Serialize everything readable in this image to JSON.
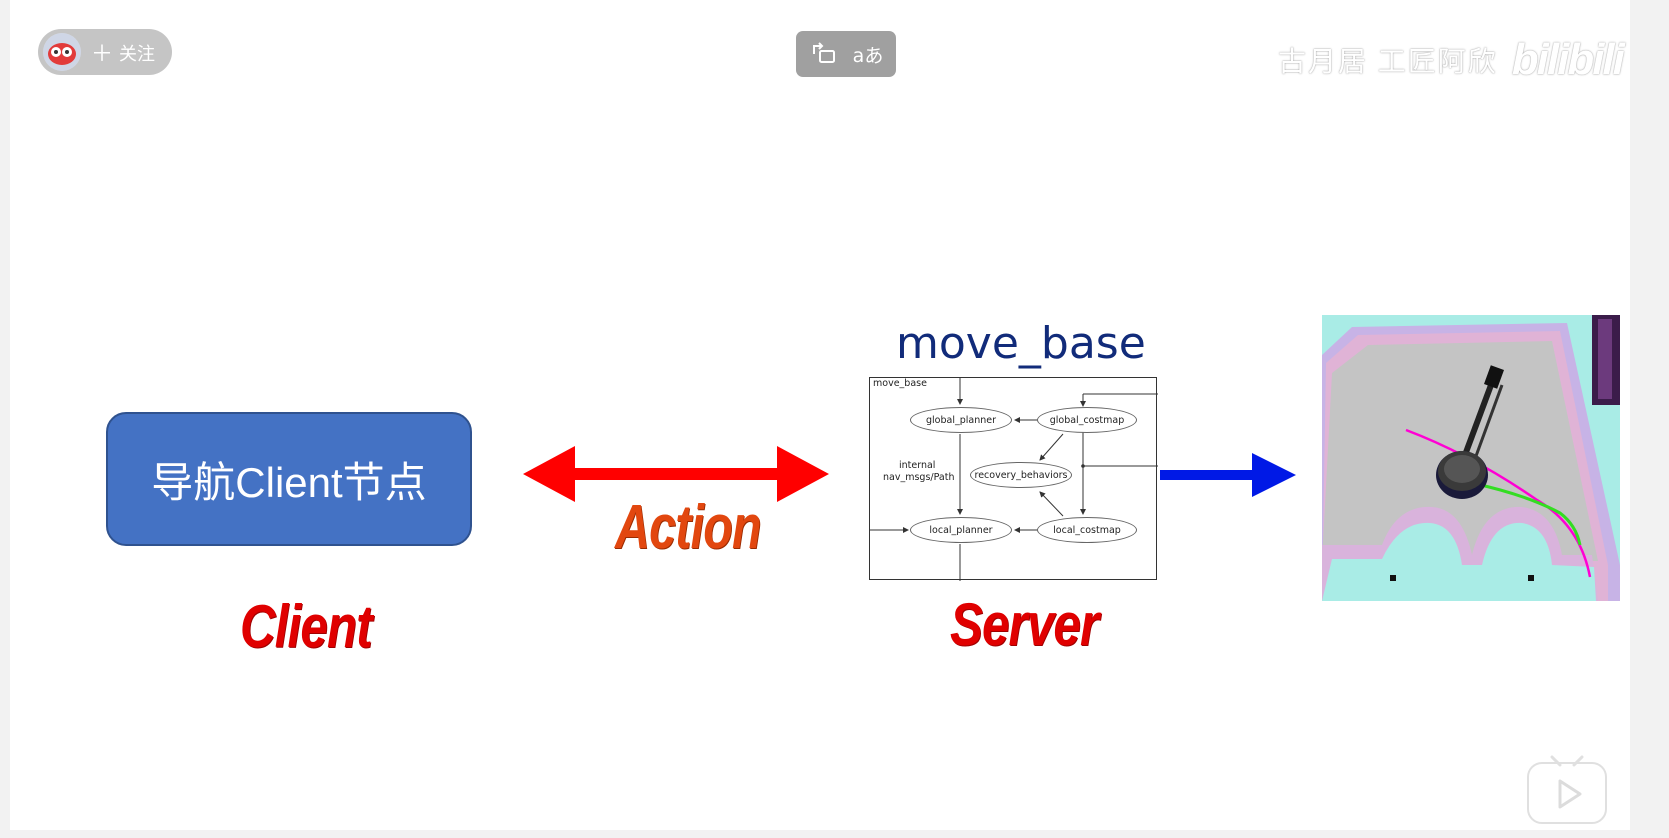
{
  "overlay": {
    "follow_label": "关注",
    "follow_plus": "＋",
    "translate_label": "aあ",
    "watermark_text": "古月居 工匠阿欣",
    "watermark_logo": "bilibili"
  },
  "slide": {
    "client_box_label": "导航Client节点",
    "client_caption": "Client",
    "action_caption": "Action",
    "server_title": "move_base",
    "server_caption": "Server",
    "diagram": {
      "frame_label": "move_base",
      "side_label_line1": "internal",
      "side_label_line2": "nav_msgs/Path",
      "nodes": {
        "global_planner": "global_planner",
        "global_costmap": "global_costmap",
        "recovery_behaviors": "recovery_behaviors",
        "local_planner": "local_planner",
        "local_costmap": "local_costmap"
      }
    }
  },
  "colors": {
    "client_box": "#4472c4",
    "caption_red": "#e00000",
    "action_orange": "#e2470f",
    "double_arrow": "#ff0000",
    "blue_arrow": "#0019e6",
    "title_navy": "#112b7a"
  },
  "icons": {
    "screen_rotate": "screen-rotate-icon",
    "translate": "translate-icon",
    "play": "play-icon"
  }
}
